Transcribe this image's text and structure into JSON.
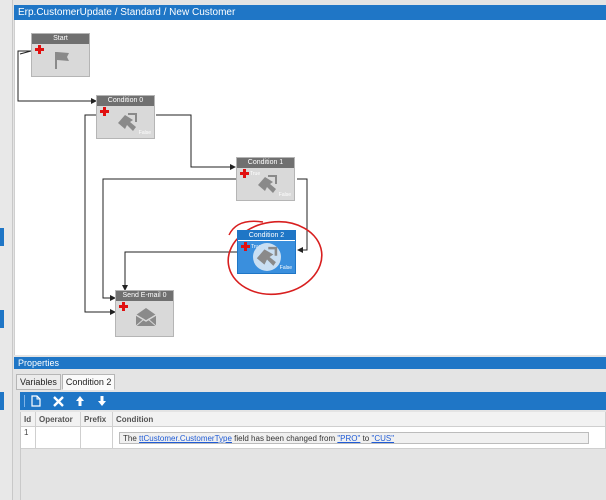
{
  "window": {
    "title": "Erp.CustomerUpdate / Standard / New Customer"
  },
  "nodes": {
    "start": {
      "label": "Start"
    },
    "condition0": {
      "label": "Condition 0",
      "false_label": "False"
    },
    "condition1": {
      "label": "Condition 1",
      "true_label": "True",
      "false_label": "False"
    },
    "condition2": {
      "label": "Condition 2",
      "true_label": "True",
      "false_label": "False"
    },
    "send_email0": {
      "label": "Send E-mail 0"
    }
  },
  "properties": {
    "title": "Properties",
    "tabs": [
      "Variables",
      "Condition 2"
    ],
    "active_tab": "Condition 2",
    "toolbar": [
      "new-icon",
      "delete-icon",
      "move-up-icon",
      "move-down-icon"
    ],
    "columns": [
      "Id",
      "Operator",
      "Prefix",
      "Condition"
    ],
    "rows": [
      {
        "id": "1",
        "operator": "",
        "prefix": "",
        "condition": {
          "text1": "The ",
          "field": "ttCustomer.CustomerType",
          "text2": " field has been changed from ",
          "from": "\"PRO\"",
          "text3": " to ",
          "to": "\"CUS\""
        }
      }
    ]
  },
  "colors": {
    "accent": "#1f76c6",
    "annotation": "#d81f1f",
    "add": "#e01010"
  }
}
